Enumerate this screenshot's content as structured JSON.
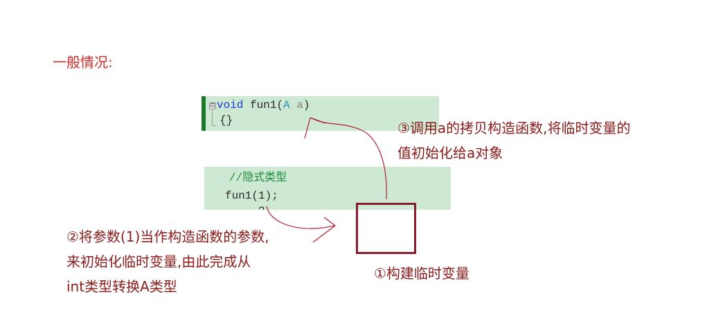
{
  "heading": "一般情况:",
  "code_function": {
    "keyword": "void",
    "name": " fun1(",
    "param_type": "A",
    "param_name": " a",
    "close_paren": ")",
    "body": "{}",
    "fold_marker": "⊟"
  },
  "code_call": {
    "comment": "//隐式类型",
    "call": "fun1(1);",
    "partial_line": "·····?"
  },
  "annotations": {
    "step1": "①构建临时变量",
    "step2": [
      "②将参数(1)当作构造函数的参数,",
      "来初始化临时变量,由此完成从",
      "int类型转换A类型"
    ],
    "step3": [
      "③调用a的拷贝构造函数,将临时变量的",
      "值初始化给a对象"
    ]
  },
  "colors": {
    "heading": "#d42a2a",
    "annotation_text": "#8b1a1a",
    "code_background": "#cde8d3",
    "gutter_bar": "#1b7a2a",
    "keyword": "#1b3fd0",
    "type": "#2b91af",
    "comment": "#1f8a3a",
    "arrow": "#b02030"
  }
}
